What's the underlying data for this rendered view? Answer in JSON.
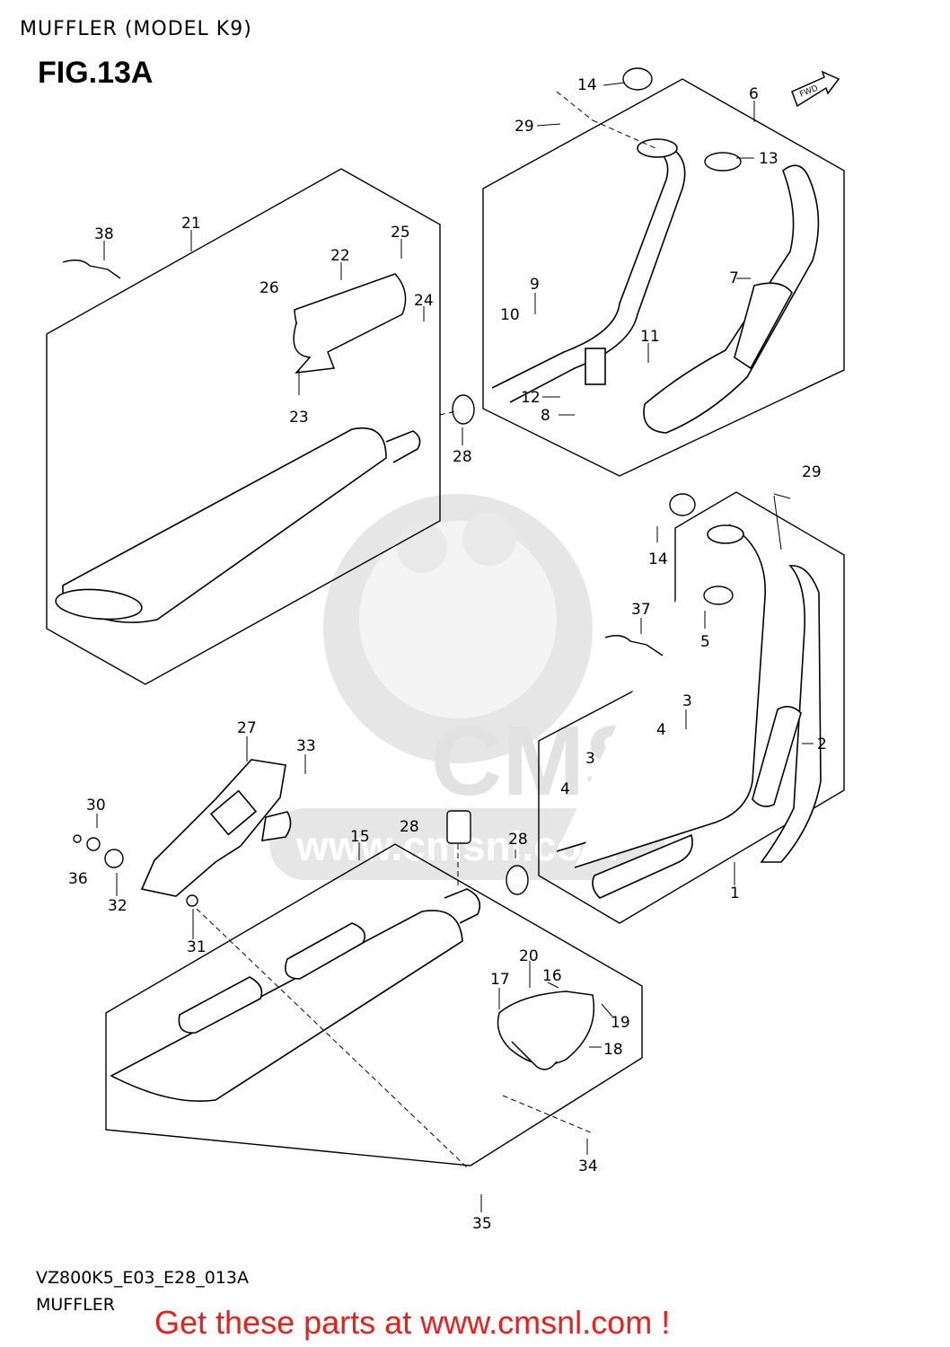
{
  "header": {
    "title": "MUFFLER (MODEL K9)",
    "figure": "FIG.13A",
    "fwd_label": "FWD"
  },
  "footer": {
    "code": "VZ800K5_E03_E28_013A",
    "caption": "MUFFLER",
    "promo": "Get these parts at www.cmsnl.com !"
  },
  "watermark": {
    "brand": "CMS",
    "url": "www.cmsnl.com"
  },
  "callouts": [
    {
      "id": "c1",
      "text": "1"
    },
    {
      "id": "c2",
      "text": "2"
    },
    {
      "id": "c3a",
      "text": "3"
    },
    {
      "id": "c3b",
      "text": "3"
    },
    {
      "id": "c4a",
      "text": "4"
    },
    {
      "id": "c4b",
      "text": "4"
    },
    {
      "id": "c5",
      "text": "5"
    },
    {
      "id": "c6",
      "text": "6"
    },
    {
      "id": "c7",
      "text": "7"
    },
    {
      "id": "c8",
      "text": "8"
    },
    {
      "id": "c9",
      "text": "9"
    },
    {
      "id": "c10",
      "text": "10"
    },
    {
      "id": "c11",
      "text": "11"
    },
    {
      "id": "c12",
      "text": "12"
    },
    {
      "id": "c13",
      "text": "13"
    },
    {
      "id": "c14a",
      "text": "14"
    },
    {
      "id": "c14b",
      "text": "14"
    },
    {
      "id": "c15",
      "text": "15"
    },
    {
      "id": "c16",
      "text": "16"
    },
    {
      "id": "c17",
      "text": "17"
    },
    {
      "id": "c18",
      "text": "18"
    },
    {
      "id": "c19",
      "text": "19"
    },
    {
      "id": "c20",
      "text": "20"
    },
    {
      "id": "c21",
      "text": "21"
    },
    {
      "id": "c22",
      "text": "22"
    },
    {
      "id": "c23",
      "text": "23"
    },
    {
      "id": "c24",
      "text": "24"
    },
    {
      "id": "c25",
      "text": "25"
    },
    {
      "id": "c26",
      "text": "26"
    },
    {
      "id": "c27",
      "text": "27"
    },
    {
      "id": "c28a",
      "text": "28"
    },
    {
      "id": "c28b",
      "text": "28"
    },
    {
      "id": "c28c",
      "text": "28"
    },
    {
      "id": "c29a",
      "text": "29"
    },
    {
      "id": "c29b",
      "text": "29"
    },
    {
      "id": "c30",
      "text": "30"
    },
    {
      "id": "c31",
      "text": "31"
    },
    {
      "id": "c32",
      "text": "32"
    },
    {
      "id": "c33",
      "text": "33"
    },
    {
      "id": "c34",
      "text": "34"
    },
    {
      "id": "c35",
      "text": "35"
    },
    {
      "id": "c36",
      "text": "36"
    },
    {
      "id": "c37",
      "text": "37"
    },
    {
      "id": "c38",
      "text": "38"
    }
  ],
  "colors": {
    "promo": "#e8201c",
    "watermark": "#e6e6e6",
    "line": "#000000"
  }
}
